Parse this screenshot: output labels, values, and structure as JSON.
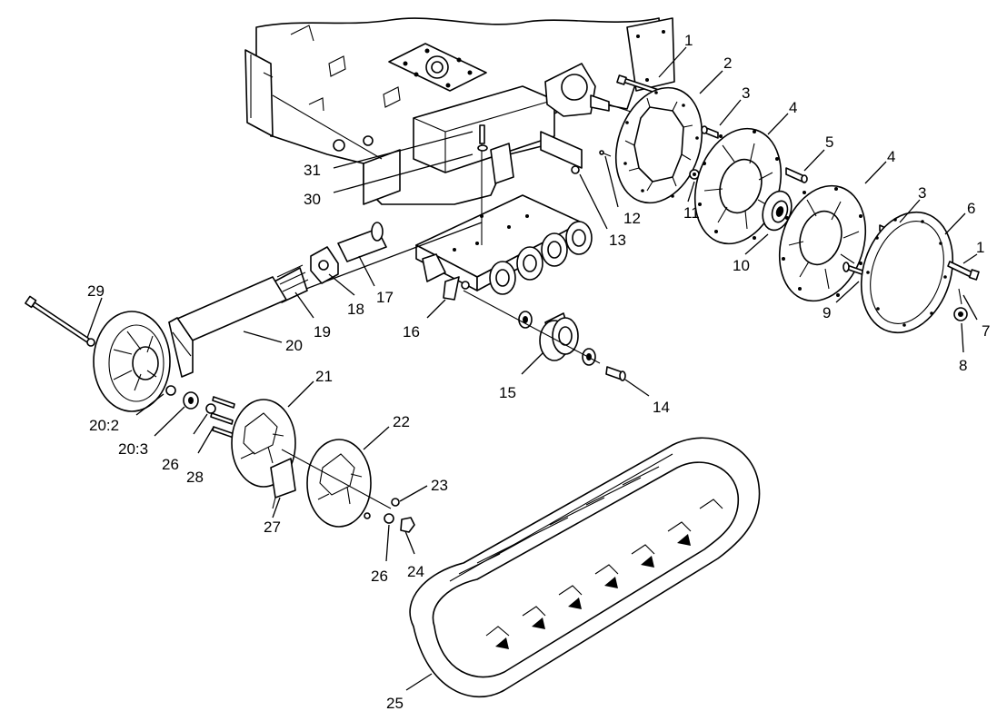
{
  "diagram": {
    "callouts": [
      {
        "id": "c1a",
        "label": "1"
      },
      {
        "id": "c2",
        "label": "2"
      },
      {
        "id": "c3a",
        "label": "3"
      },
      {
        "id": "c4a",
        "label": "4"
      },
      {
        "id": "c5",
        "label": "5"
      },
      {
        "id": "c4b",
        "label": "4"
      },
      {
        "id": "c3b",
        "label": "3"
      },
      {
        "id": "c6",
        "label": "6"
      },
      {
        "id": "c1b",
        "label": "1"
      },
      {
        "id": "c7",
        "label": "7"
      },
      {
        "id": "c8",
        "label": "8"
      },
      {
        "id": "c9",
        "label": "9"
      },
      {
        "id": "c10",
        "label": "10"
      },
      {
        "id": "c11",
        "label": "11"
      },
      {
        "id": "c12",
        "label": "12"
      },
      {
        "id": "c13",
        "label": "13"
      },
      {
        "id": "c14",
        "label": "14"
      },
      {
        "id": "c15",
        "label": "15"
      },
      {
        "id": "c16",
        "label": "16"
      },
      {
        "id": "c17",
        "label": "17"
      },
      {
        "id": "c18",
        "label": "18"
      },
      {
        "id": "c19",
        "label": "19"
      },
      {
        "id": "c20",
        "label": "20"
      },
      {
        "id": "c20_2",
        "label": "20:2"
      },
      {
        "id": "c20_3",
        "label": "20:3"
      },
      {
        "id": "c21",
        "label": "21"
      },
      {
        "id": "c22",
        "label": "22"
      },
      {
        "id": "c23",
        "label": "23"
      },
      {
        "id": "c24",
        "label": "24"
      },
      {
        "id": "c25",
        "label": "25"
      },
      {
        "id": "c26a",
        "label": "26"
      },
      {
        "id": "c26b",
        "label": "26"
      },
      {
        "id": "c27",
        "label": "27"
      },
      {
        "id": "c28",
        "label": "28"
      },
      {
        "id": "c29",
        "label": "29"
      },
      {
        "id": "c30",
        "label": "30"
      },
      {
        "id": "c31",
        "label": "31"
      }
    ]
  }
}
